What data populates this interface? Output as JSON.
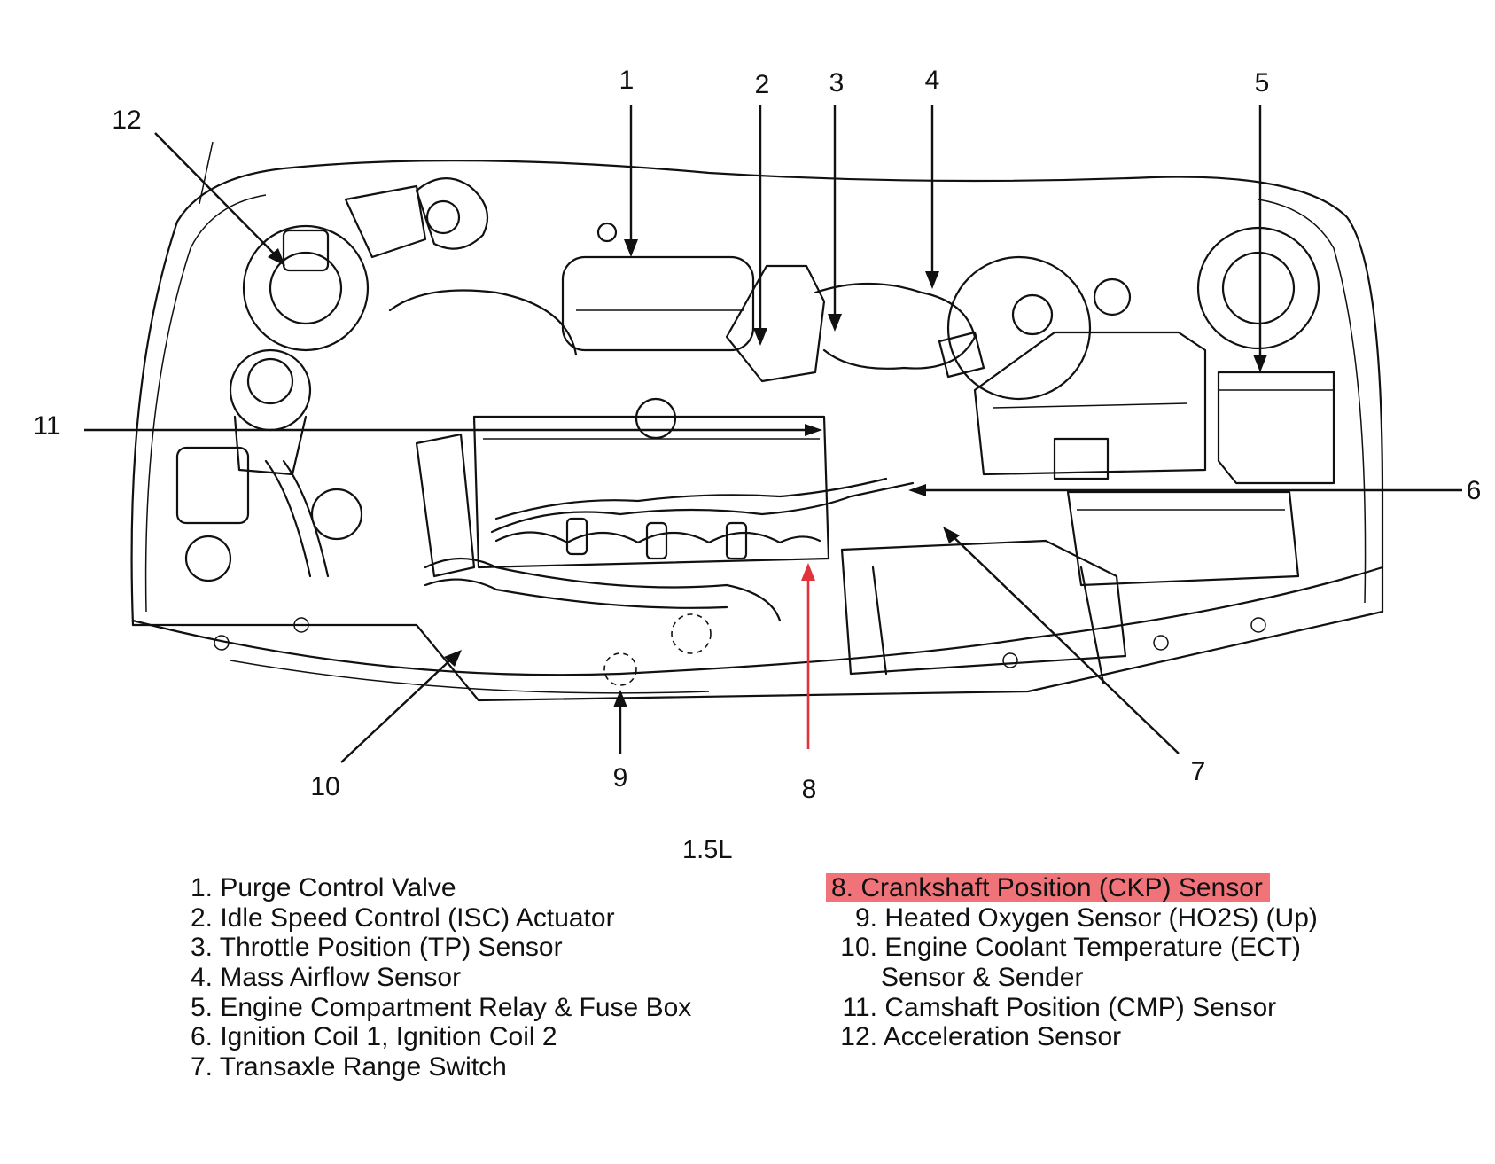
{
  "diagram": {
    "callouts": [
      "1",
      "2",
      "3",
      "4",
      "5",
      "6",
      "7",
      "8",
      "9",
      "10",
      "11",
      "12"
    ],
    "highlighted_callout": "8",
    "highlight_color": "#e0343a",
    "caption": "1.5L"
  },
  "legend": {
    "left": [
      {
        "num": "1.",
        "text": "Purge Control Valve"
      },
      {
        "num": "2.",
        "text": "Idle Speed Control (ISC) Actuator"
      },
      {
        "num": "3.",
        "text": "Throttle Position (TP) Sensor"
      },
      {
        "num": "4.",
        "text": "Mass Airflow Sensor"
      },
      {
        "num": "5.",
        "text": "Engine Compartment Relay & Fuse Box"
      },
      {
        "num": "6.",
        "text": "Ignition Coil 1, Ignition Coil 2"
      },
      {
        "num": "7.",
        "text": "Transaxle Range Switch"
      }
    ],
    "right": [
      {
        "num": "8.",
        "text": "Crankshaft Position (CKP) Sensor"
      },
      {
        "num": "9.",
        "text": "Heated Oxygen Sensor (HO2S) (Up)"
      },
      {
        "num": "10.",
        "text": "Engine Coolant Temperature (ECT)"
      },
      {
        "num": "",
        "text": "Sensor & Sender"
      },
      {
        "num": "11.",
        "text": "Camshaft Position (CMP) Sensor"
      },
      {
        "num": "12.",
        "text": "Acceleration Sensor"
      }
    ],
    "highlight_fill": "#f07379"
  }
}
